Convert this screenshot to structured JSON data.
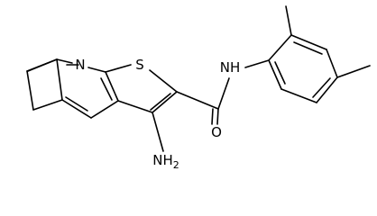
{
  "atoms": {
    "nitrogen_ring": "N",
    "sulfur": "S",
    "amide_nh": "NH",
    "carbonyl_o": "O",
    "amine_nh": "NH",
    "amine_sub": "2"
  },
  "colors": {
    "bond": "#000000",
    "background": "#ffffff"
  }
}
